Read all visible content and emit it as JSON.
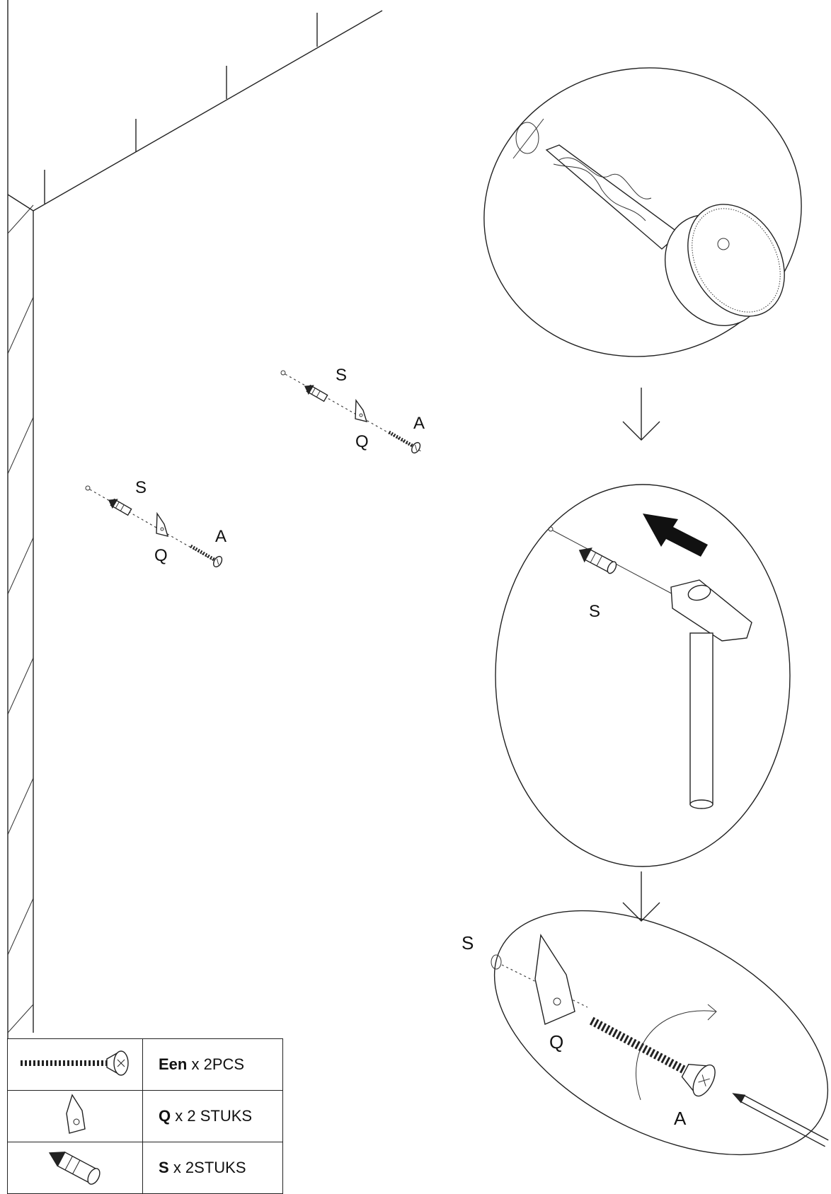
{
  "labels": {
    "upper_s": "S",
    "upper_q": "Q",
    "upper_a": "A",
    "lower_s": "S",
    "lower_q": "Q",
    "lower_a": "A",
    "hammer_s": "S",
    "screw_s": "S",
    "screw_q": "Q",
    "screw_a": "A"
  },
  "parts": [
    {
      "code": "Een",
      "qty": "x 2PCS",
      "icon": "screw-icon"
    },
    {
      "code": "Q",
      "qty": "x 2 STUKS",
      "icon": "bracket-icon"
    },
    {
      "code": "S",
      "qty": "x 2STUKS",
      "icon": "wall-plug-icon"
    }
  ],
  "colors": {
    "line": "#222222",
    "background": "#ffffff"
  }
}
